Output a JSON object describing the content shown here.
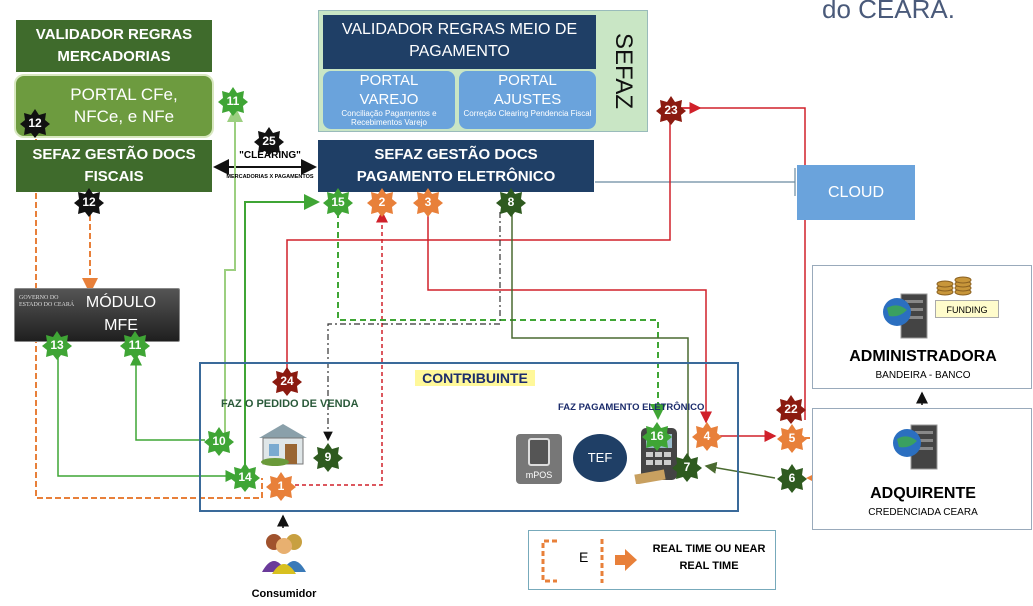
{
  "header_fragment": "do CEARA.",
  "validador_mercadorias": "VALIDADOR REGRAS MERCADORIAS",
  "portal_cfe": "PORTAL CFe, NFCe, e NFe",
  "sefaz_gestao_fiscais": "SEFAZ GESTÃO DOCS FISCAIS",
  "sefaz_group": {
    "validador_pagamento": "VALIDADOR REGRAS MEIO DE PAGAMENTO",
    "label": "SEFAZ",
    "portal_varejo": "PORTAL VAREJO",
    "portal_varejo_sub": "Conciliação Pagamentos e Recebimentos Varejo",
    "portal_ajustes": "PORTAL AJUSTES",
    "portal_ajustes_sub": "Correção Clearing Pendencia Fiscal"
  },
  "sefaz_gestao_pagamento": "SEFAZ GESTÃO DOCS PAGAMENTO ELETRÔNICO",
  "clearing": "\"CLEARING\"",
  "clearing_sub": "MERCADORIAS X PAGAMENTOS",
  "cloud": "CLOUD",
  "modulo_mfe": "MÓDULO MFE",
  "modulo_logo": "GOVERNO DO ESTADO DO CEARÁ",
  "contribuinte": "CONTRIBUINTE",
  "faz_pedido": "FAZ O PEDIDO DE VENDA",
  "faz_pagamento": "FAZ PAGAMENTO ELETRÔNICO",
  "tef": "TEF",
  "mpos": "mPOS",
  "consumidor": "Consumidor",
  "administradora": "ADMINISTRADORA",
  "administradora_sub": "BANDEIRA - BANCO",
  "funding": "FUNDING",
  "adquirente": "ADQUIRENTE",
  "adquirente_sub": "CREDENCIADA CEARA",
  "legend_e": "E",
  "legend_text": "REAL TIME OU NEAR REAL TIME",
  "badges": {
    "b1": "1",
    "b2": "2",
    "b3": "3",
    "b4": "4",
    "b5": "5",
    "b6": "6",
    "b7": "7",
    "b8": "8",
    "b9": "9",
    "b10": "10",
    "b11a": "11",
    "b11b": "11",
    "b12a": "12",
    "b12b": "12",
    "b13": "13",
    "b14": "14",
    "b15": "15",
    "b16": "16",
    "b22": "22",
    "b23": "23",
    "b24": "24",
    "b25": "25"
  },
  "colors": {
    "green_dark": "#3f6b2c",
    "green_light": "#6d9b3f",
    "navy": "#1f3f66",
    "lightblue": "#6aa3dc",
    "orange": "#e8803a",
    "red": "#d0202a",
    "darkred": "#8b1a10",
    "dark_green_badge": "#2e5a1f",
    "green_badge": "#3fa535",
    "black_badge": "#111111"
  }
}
